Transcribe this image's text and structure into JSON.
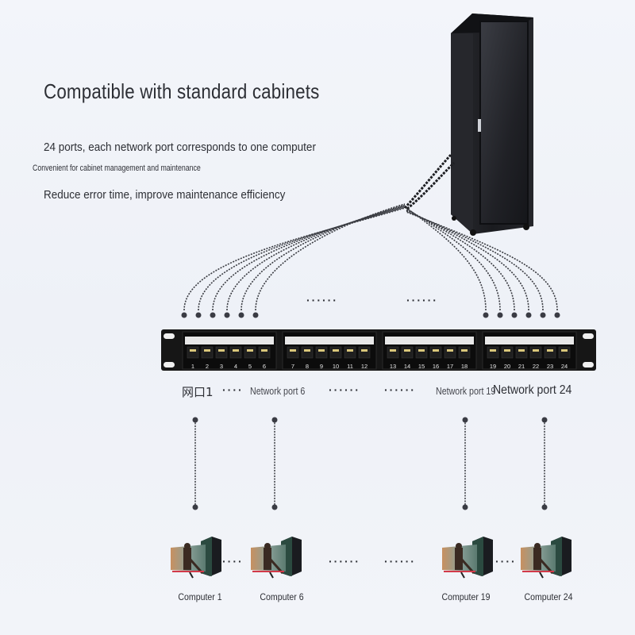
{
  "headline": "Compatible with standard cabinets",
  "features": [
    "24 ports, each network port corresponds to one computer",
    "Convenient for cabinet management and maintenance",
    "Reduce error time, improve maintenance efficiency"
  ],
  "patch_panel": {
    "port_count": 24,
    "port_numbers": [
      "1",
      "2",
      "3",
      "4",
      "5",
      "6",
      "7",
      "8",
      "9",
      "10",
      "11",
      "12",
      "13",
      "14",
      "15",
      "16",
      "17",
      "18",
      "19",
      "20",
      "21",
      "22",
      "23",
      "24"
    ],
    "colors": {
      "body": "#111111",
      "label_strip": "#e8e8e8",
      "port_led": "#d9c77a",
      "number": "#e6e6e6"
    }
  },
  "port_labels": {
    "first": "网口1",
    "sixth": "Network port 6",
    "nineteenth": "Network port 19",
    "last": "Network port 24",
    "ellipsis_short": "····",
    "ellipsis_long": "······"
  },
  "cable_ellipsis": "······",
  "computers": [
    {
      "label": "Computer 1"
    },
    {
      "label": "Computer 6"
    },
    {
      "label": "Computer 19"
    },
    {
      "label": "Computer 24"
    }
  ],
  "computer_ellipsis_short": "····",
  "computer_ellipsis_long": "······",
  "colors": {
    "text": "#2d2f35",
    "cable": "#3a3c42",
    "cabinet": "#1c1d21",
    "background": "#f1f3f8"
  }
}
